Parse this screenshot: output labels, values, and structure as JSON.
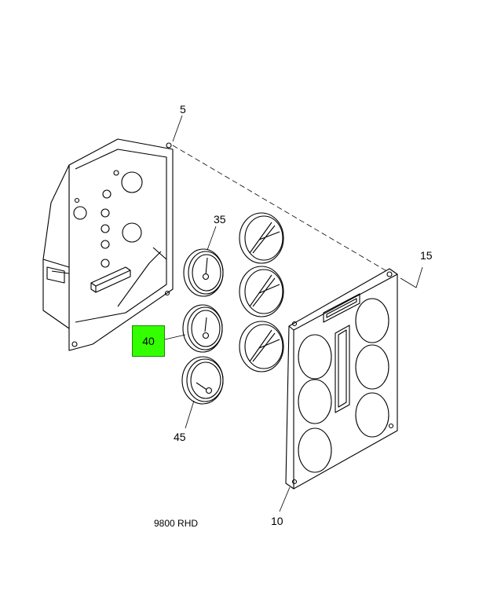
{
  "callouts": {
    "c5": "5",
    "c10": "10",
    "c15": "15",
    "c35": "35",
    "c40": "40",
    "c45": "45"
  },
  "caption": "9800 RHD",
  "highlight_color": "#33ff00"
}
